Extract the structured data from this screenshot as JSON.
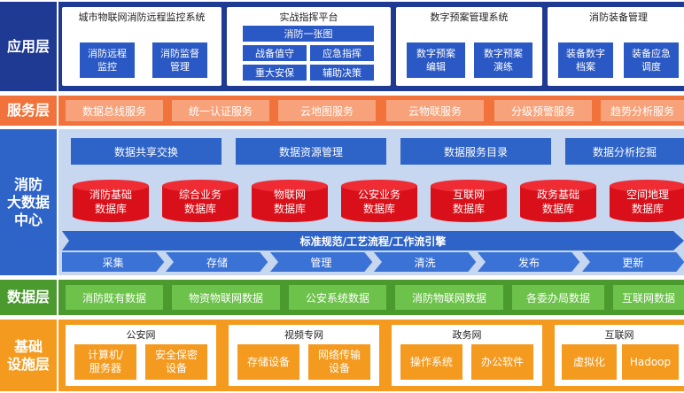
{
  "layers": {
    "app": "应用层",
    "service": "服务层",
    "center": [
      "消防",
      "大数据",
      "中心"
    ],
    "data": "数据层",
    "infra": [
      "基础",
      "设施层"
    ]
  },
  "app_groups": [
    {
      "title": "城市物联网消防远程监控系统",
      "items": [
        "消防远程\n监控",
        "消防监督\n管理"
      ]
    },
    {
      "title": "实战指挥平台",
      "items": [
        "消防一张图",
        "战备值守",
        "应急指挥",
        "重大安保",
        "辅助决策"
      ]
    },
    {
      "title": "数字预案管理系统",
      "items": [
        "数字预案\n编辑",
        "数字预案\n演练"
      ]
    },
    {
      "title": "消防装备管理",
      "items": [
        "装备数字\n档案",
        "装备应急\n调度"
      ]
    }
  ],
  "services": [
    "数据总线服务",
    "统一认证服务",
    "云地图服务",
    "云物联服务",
    "分级预警服务",
    "趋势分析服务"
  ],
  "center_top": [
    "数据共享交换",
    "数据资源管理",
    "数据服务目录",
    "数据分析挖掘"
  ],
  "databases": [
    [
      "消防基础",
      "数据库"
    ],
    [
      "综合业务",
      "数据库"
    ],
    [
      "物联网",
      "数据库"
    ],
    [
      "公安业务",
      "数据库"
    ],
    [
      "互联网",
      "数据库"
    ],
    [
      "政务基础",
      "数据库"
    ],
    [
      "空间地理",
      "数据库"
    ]
  ],
  "standard": "标准规范/工艺流程/工作流引擎",
  "steps": [
    "采集",
    "存储",
    "管理",
    "清洗",
    "发布",
    "更新"
  ],
  "data_sources": [
    "消防既有数据",
    "物资物联网数据",
    "公安系统数据",
    "消防物联网数据",
    "各委办局数据",
    "互联网数据"
  ],
  "infra_groups": [
    {
      "title": "公安网",
      "items": [
        "计算机/\n服务器",
        "安全保密\n设备"
      ]
    },
    {
      "title": "视频专网",
      "items": [
        "存储设备",
        "网络传输\n设备"
      ]
    },
    {
      "title": "政务网",
      "items": [
        "操作系统",
        "办公软件"
      ]
    },
    {
      "title": "互联网",
      "items": [
        "虚拟化",
        "Hadoop"
      ]
    }
  ],
  "colors": {
    "app": "#1f3a93",
    "service": "#f1733b",
    "center": "#2e63c8",
    "db": "#d9101a",
    "data": "#4a9a2e",
    "infra": "#f39a1f"
  }
}
